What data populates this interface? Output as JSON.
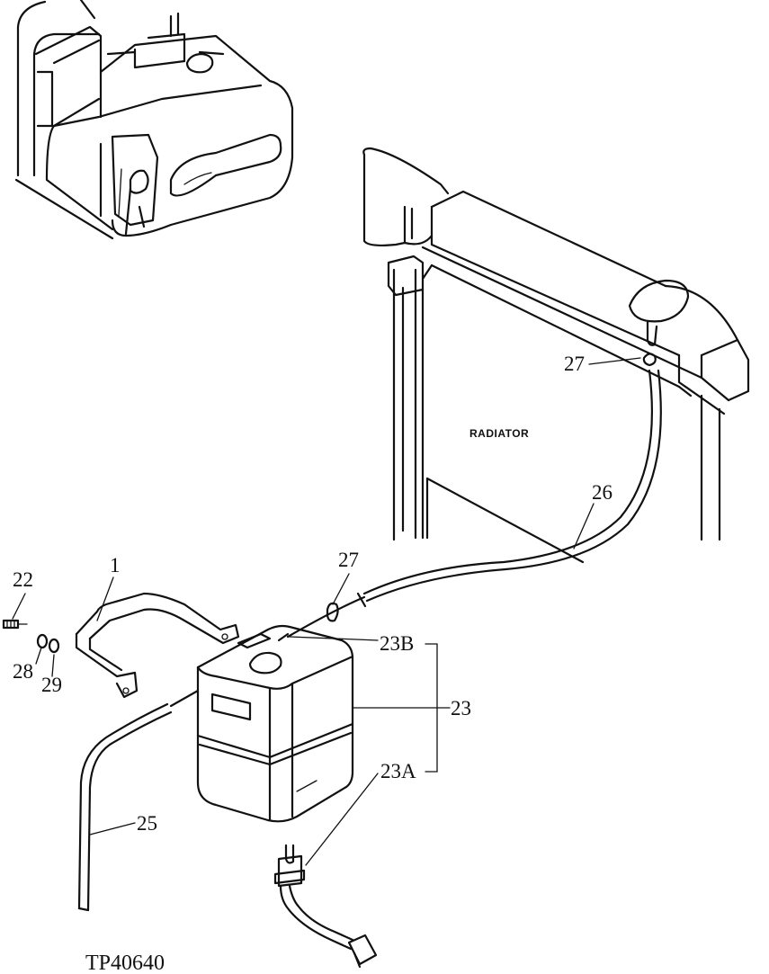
{
  "radiator_label": "RADIATOR",
  "figure_code": "TP40640",
  "callouts": {
    "p1": "1",
    "p22": "22",
    "p23": "23",
    "p23a": "23A",
    "p23b": "23B",
    "p25": "25",
    "p26": "26",
    "p27_top": "27",
    "p27_mid": "27",
    "p28": "28",
    "p29": "29"
  }
}
